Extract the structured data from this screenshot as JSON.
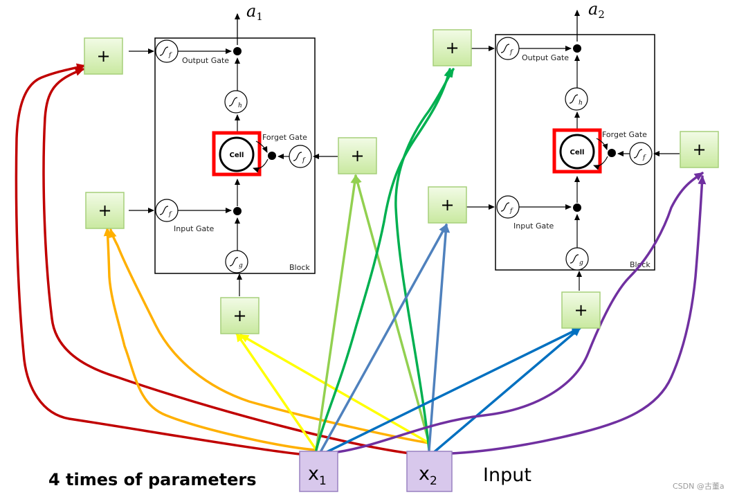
{
  "blocks": [
    {
      "output_label": "a",
      "output_subscript": "1",
      "output_gate": "Output Gate",
      "forget_gate": "Forget Gate",
      "input_gate": "Input Gate",
      "block_label": "Block",
      "cell_label": "Cell",
      "sig_f": "f",
      "sig_h": "h",
      "sig_g": "g"
    },
    {
      "output_label": "a",
      "output_subscript": "2",
      "output_gate": "Output Gate",
      "forget_gate": "Forget Gate",
      "input_gate": "Input Gate",
      "block_label": "Block",
      "cell_label": "Cell",
      "sig_f": "f",
      "sig_h": "h",
      "sig_g": "g"
    }
  ],
  "plus_symbol": "+",
  "inputs": [
    {
      "label": "x",
      "subscript": "1"
    },
    {
      "label": "x",
      "subscript": "2"
    }
  ],
  "input_caption": "Input",
  "bottom_note": "4 times of parameters",
  "watermark": "CSDN @古董a",
  "colors": {
    "red": "#c00000",
    "orange": "#ffb000",
    "yellow": "#ffff00",
    "light_green": "#92d050",
    "green": "#00b050",
    "steel_blue": "#4f81bd",
    "blue": "#0070c0",
    "purple": "#7030a0",
    "plus_box_fill": "#d9f2b6",
    "plus_box_stroke": "#a6cf7a",
    "input_box_fill": "#d8c8ec",
    "input_box_stroke": "#9880c0",
    "cell_highlight": "#ff0000"
  }
}
